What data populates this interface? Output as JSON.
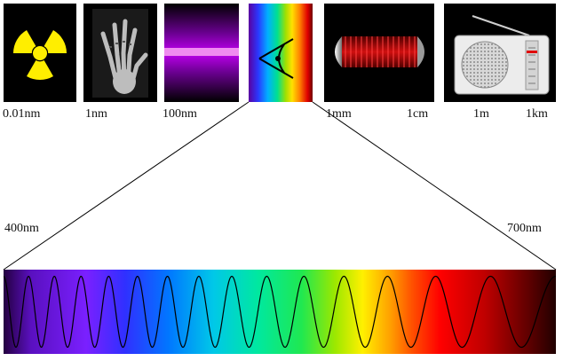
{
  "scale_labels": {
    "gamma": "0.01nm",
    "xray": "1nm",
    "uv": "100nm",
    "ir": "1mm",
    "microwave": "1cm",
    "radio_m": "1m",
    "radio_km": "1km"
  },
  "visible_range": {
    "start": "400nm",
    "end": "700nm"
  },
  "colors": {
    "panel_bg": "#000000",
    "radiation_symbol": "#ffee00",
    "uv_purple": "#a000d0",
    "ir_red": "#d01010",
    "wave_line": "#000000"
  },
  "icons": [
    "radiation-trefoil-icon",
    "xray-hand-icon",
    "uv-lamp-icon",
    "eye-icon",
    "heating-element-icon",
    "radio-icon"
  ],
  "wave": {
    "cycles": 15
  }
}
